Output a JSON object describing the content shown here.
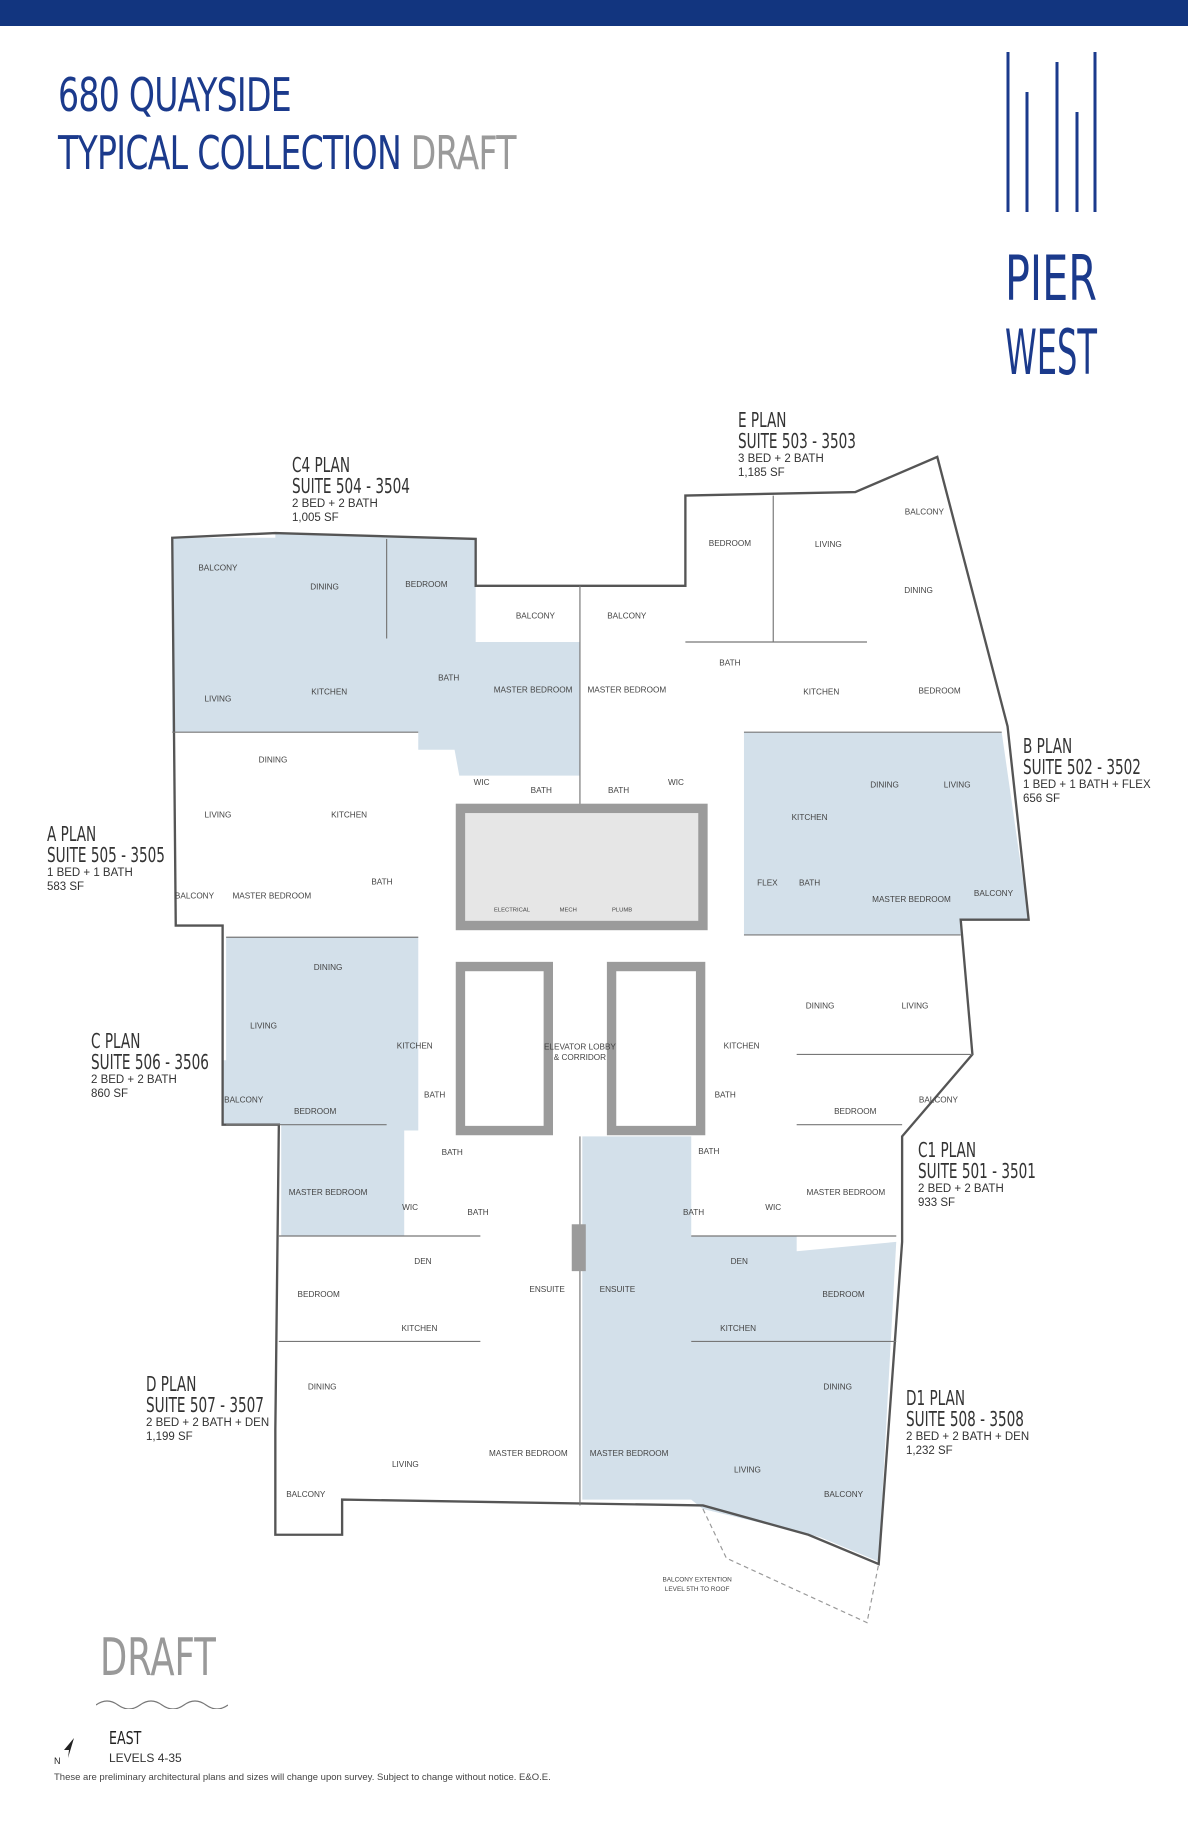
{
  "header": {
    "line1": "680 QUAYSIDE",
    "line2": "TYPICAL COLLECTION",
    "draft": "DRAFT"
  },
  "logo": {
    "text_line1": "PIER",
    "text_line2": "WEST",
    "color": "#1b3a8c"
  },
  "colors": {
    "brand": "#12357f",
    "highlight": "#d3e0ea",
    "wall": "#555555",
    "core": "#9b9b9b"
  },
  "suites": [
    {
      "plan": "C4 PLAN",
      "suite": "SUITE 504 - 3504",
      "beds": "2 BED + 2 BATH",
      "area": "1,005 SF",
      "highlighted": true
    },
    {
      "plan": "E PLAN",
      "suite": "SUITE 503 - 3503",
      "beds": "3 BED + 2 BATH",
      "area": "1,185 SF",
      "highlighted": false
    },
    {
      "plan": "B PLAN",
      "suite": "SUITE 502 - 3502",
      "beds": "1 BED + 1 BATH + FLEX",
      "area": "656 SF",
      "highlighted": true
    },
    {
      "plan": "A PLAN",
      "suite": "SUITE 505 - 3505",
      "beds": "1 BED + 1 BATH",
      "area": "583 SF",
      "highlighted": false
    },
    {
      "plan": "C PLAN",
      "suite": "SUITE 506 - 3506",
      "beds": "2 BED + 2 BATH",
      "area": "860 SF",
      "highlighted": true
    },
    {
      "plan": "C1 PLAN",
      "suite": "SUITE 501 - 3501",
      "beds": "2 BED + 2 BATH",
      "area": "933 SF",
      "highlighted": false
    },
    {
      "plan": "D PLAN",
      "suite": "SUITE 507 - 3507",
      "beds": "2 BED + 2 BATH + DEN",
      "area": "1,199 SF",
      "highlighted": false
    },
    {
      "plan": "D1 PLAN",
      "suite": "SUITE 508 - 3508",
      "beds": "2 BED + 2 BATH + DEN",
      "area": "1,232 SF",
      "highlighted": true
    }
  ],
  "room_labels": [
    "BALCONY",
    "DINING",
    "BEDROOM",
    "LIVING",
    "KITCHEN",
    "BATH",
    "MASTER BEDROOM",
    "BALCONY",
    "WIC",
    "BATH",
    "BEDROOM",
    "LIVING",
    "BALCONY",
    "DINING",
    "BATH",
    "KITCHEN",
    "BEDROOM",
    "MASTER BEDROOM",
    "BALCONY",
    "WIC",
    "BATH",
    "DINING",
    "LIVING",
    "KITCHEN",
    "BATH",
    "BALCONY",
    "MASTER BEDROOM",
    "DINING",
    "LIVING",
    "KITCHEN",
    "FLEX",
    "BATH",
    "MASTER BEDROOM",
    "BALCONY",
    "ELECTRICAL",
    "MECH",
    "PLUMB",
    "ELEVATOR LOBBY",
    "& CORRIDOR",
    "DINING",
    "LIVING",
    "KITCHEN",
    "BATH",
    "BALCONY",
    "BEDROOM",
    "BATH",
    "MASTER BEDROOM",
    "WIC",
    "BATH",
    "DINING",
    "LIVING",
    "KITCHEN",
    "BATH",
    "BEDROOM",
    "BALCONY",
    "BATH",
    "MASTER BEDROOM",
    "WIC",
    "BATH",
    "DEN",
    "BEDROOM",
    "KITCHEN",
    "ENSUITE",
    "DINING",
    "LIVING",
    "MASTER BEDROOM",
    "BALCONY",
    "DEN",
    "BEDROOM",
    "KITCHEN",
    "ENSUITE",
    "DINING",
    "LIVING",
    "MASTER BEDROOM",
    "BALCONY",
    "BALCONY EXTENTION",
    "LEVEL 5TH TO ROOF"
  ],
  "footer": {
    "draft": "DRAFT",
    "orientation": "EAST",
    "levels": "LEVELS 4-35",
    "north_icon": "north-arrow-icon",
    "disclaimer": "These are preliminary architectural plans and sizes will change upon survey. Subject to change without notice. E&O.E."
  }
}
